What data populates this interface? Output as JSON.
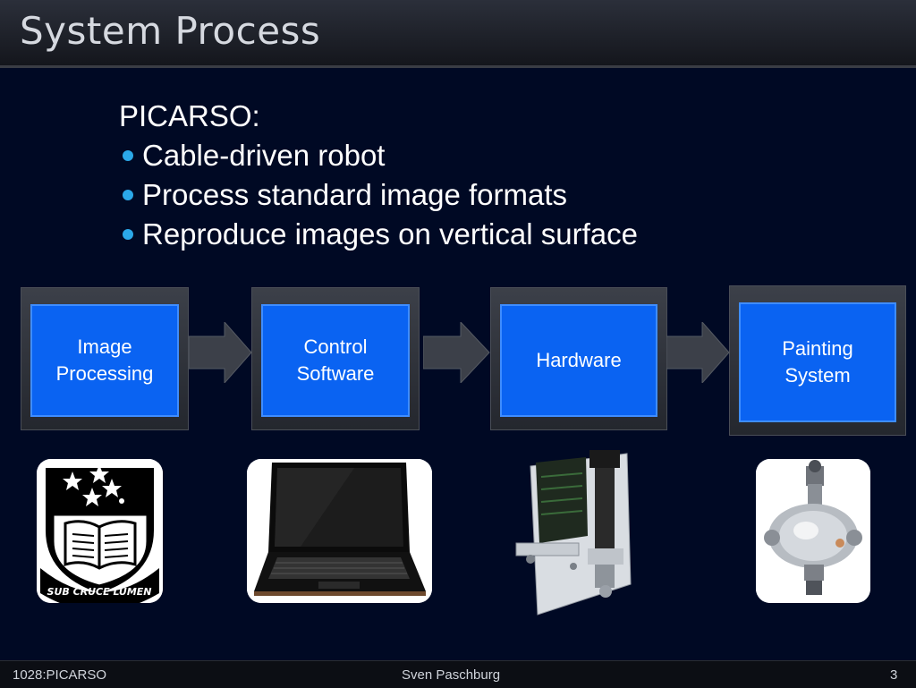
{
  "title": "System Process",
  "content": {
    "heading": "PICARSO:",
    "bullets": [
      "Cable-driven robot",
      "Process standard image formats",
      "Reproduce images on vertical surface"
    ]
  },
  "flow": {
    "steps": [
      {
        "line1": "Image",
        "line2": "Processing"
      },
      {
        "line1": "Control",
        "line2": "Software"
      },
      {
        "line1": "Hardware",
        "line2": ""
      },
      {
        "line1": "Painting",
        "line2": "System"
      }
    ]
  },
  "images": {
    "crest_motto": "SUB CRUCE LUMEN"
  },
  "footer": {
    "left": "1028:PICARSO",
    "center": "Sven Paschburg",
    "page": "3"
  },
  "colors": {
    "background": "#000924",
    "box_fill": "#0a63f2",
    "bullet": "#2ba8e8"
  }
}
